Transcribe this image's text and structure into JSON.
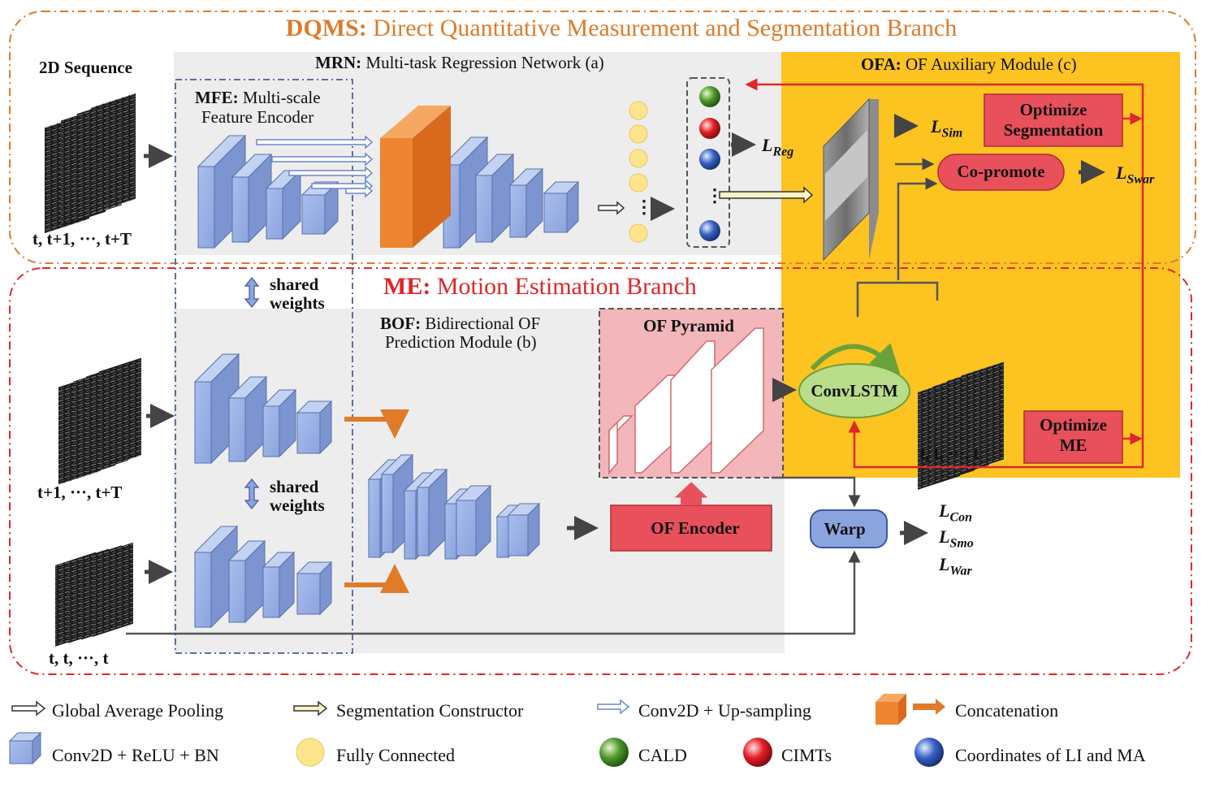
{
  "dqms": {
    "abbr": "DQMS:",
    "title": "Direct Quantitative Measurement and Segmentation Branch"
  },
  "me": {
    "abbr": "ME:",
    "title": "Motion Estimation Branch"
  },
  "mrn": {
    "abbr": "MRN:",
    "title": "Multi-task Regression Network (a)"
  },
  "ofa": {
    "abbr": "OFA:",
    "title": "OF Auxiliary Module (c)"
  },
  "mfe": {
    "abbr": "MFE:",
    "line1": "Multi-scale",
    "line2": "Feature Encoder"
  },
  "bof": {
    "abbr": "BOF:",
    "line1": "Bidirectional OF",
    "line2": "Prediction Module (b)"
  },
  "sequences": {
    "top": {
      "title": "2D Sequence",
      "caption": "t, t+1, ···, t+T"
    },
    "mid": {
      "caption": "t+1, ···, t+T"
    },
    "bottom": {
      "caption": "t, t, ···, t"
    },
    "right": {
      "caption": "t, t, ···, t"
    }
  },
  "shared": {
    "line1": "shared",
    "line2": "weights"
  },
  "boxes": {
    "optimize_seg": {
      "line1": "Optimize",
      "line2": "Segmentation"
    },
    "copromote": "Co-promote",
    "of_pyramid": "OF Pyramid",
    "convlstm": "ConvLSTM",
    "optimize_me": {
      "line1": "Optimize",
      "line2": "ME"
    },
    "of_encoder": "OF Encoder",
    "warp": "Warp"
  },
  "losses": {
    "reg": {
      "L": "L",
      "sub": "Reg"
    },
    "sim": {
      "L": "L",
      "sub": "Sim"
    },
    "swar": {
      "L": "L",
      "sub": "Swar"
    },
    "con": {
      "L": "L",
      "sub": "Con"
    },
    "smo": {
      "L": "L",
      "sub": "Smo"
    },
    "war": {
      "L": "L",
      "sub": "War"
    }
  },
  "legend": [
    {
      "icon": "hollow-arrow-icon",
      "label": "Global Average Pooling"
    },
    {
      "icon": "yellow-arrow-icon",
      "label": "Segmentation Constructor"
    },
    {
      "icon": "blue-arrow-icon",
      "label": "Conv2D + Up-sampling"
    },
    {
      "icon": "orange-cube-arrow-icon",
      "label": "Concatenation"
    },
    {
      "icon": "blue-cube-icon",
      "label": "Conv2D + ReLU + BN"
    },
    {
      "icon": "yellow-circle-icon",
      "label": "Fully Connected"
    },
    {
      "icon": "green-sphere-icon",
      "label": "CALD"
    },
    {
      "icon": "red-sphere-icon",
      "label": "CIMTs"
    },
    {
      "icon": "blue-sphere-icon",
      "label": "Coordinates of LI and MA"
    }
  ],
  "colors": {
    "orange": "#E07B2A",
    "red": "#E0262A",
    "gold": "#FCC321",
    "cube": "#97AFE3",
    "pink": "#E8505B"
  }
}
